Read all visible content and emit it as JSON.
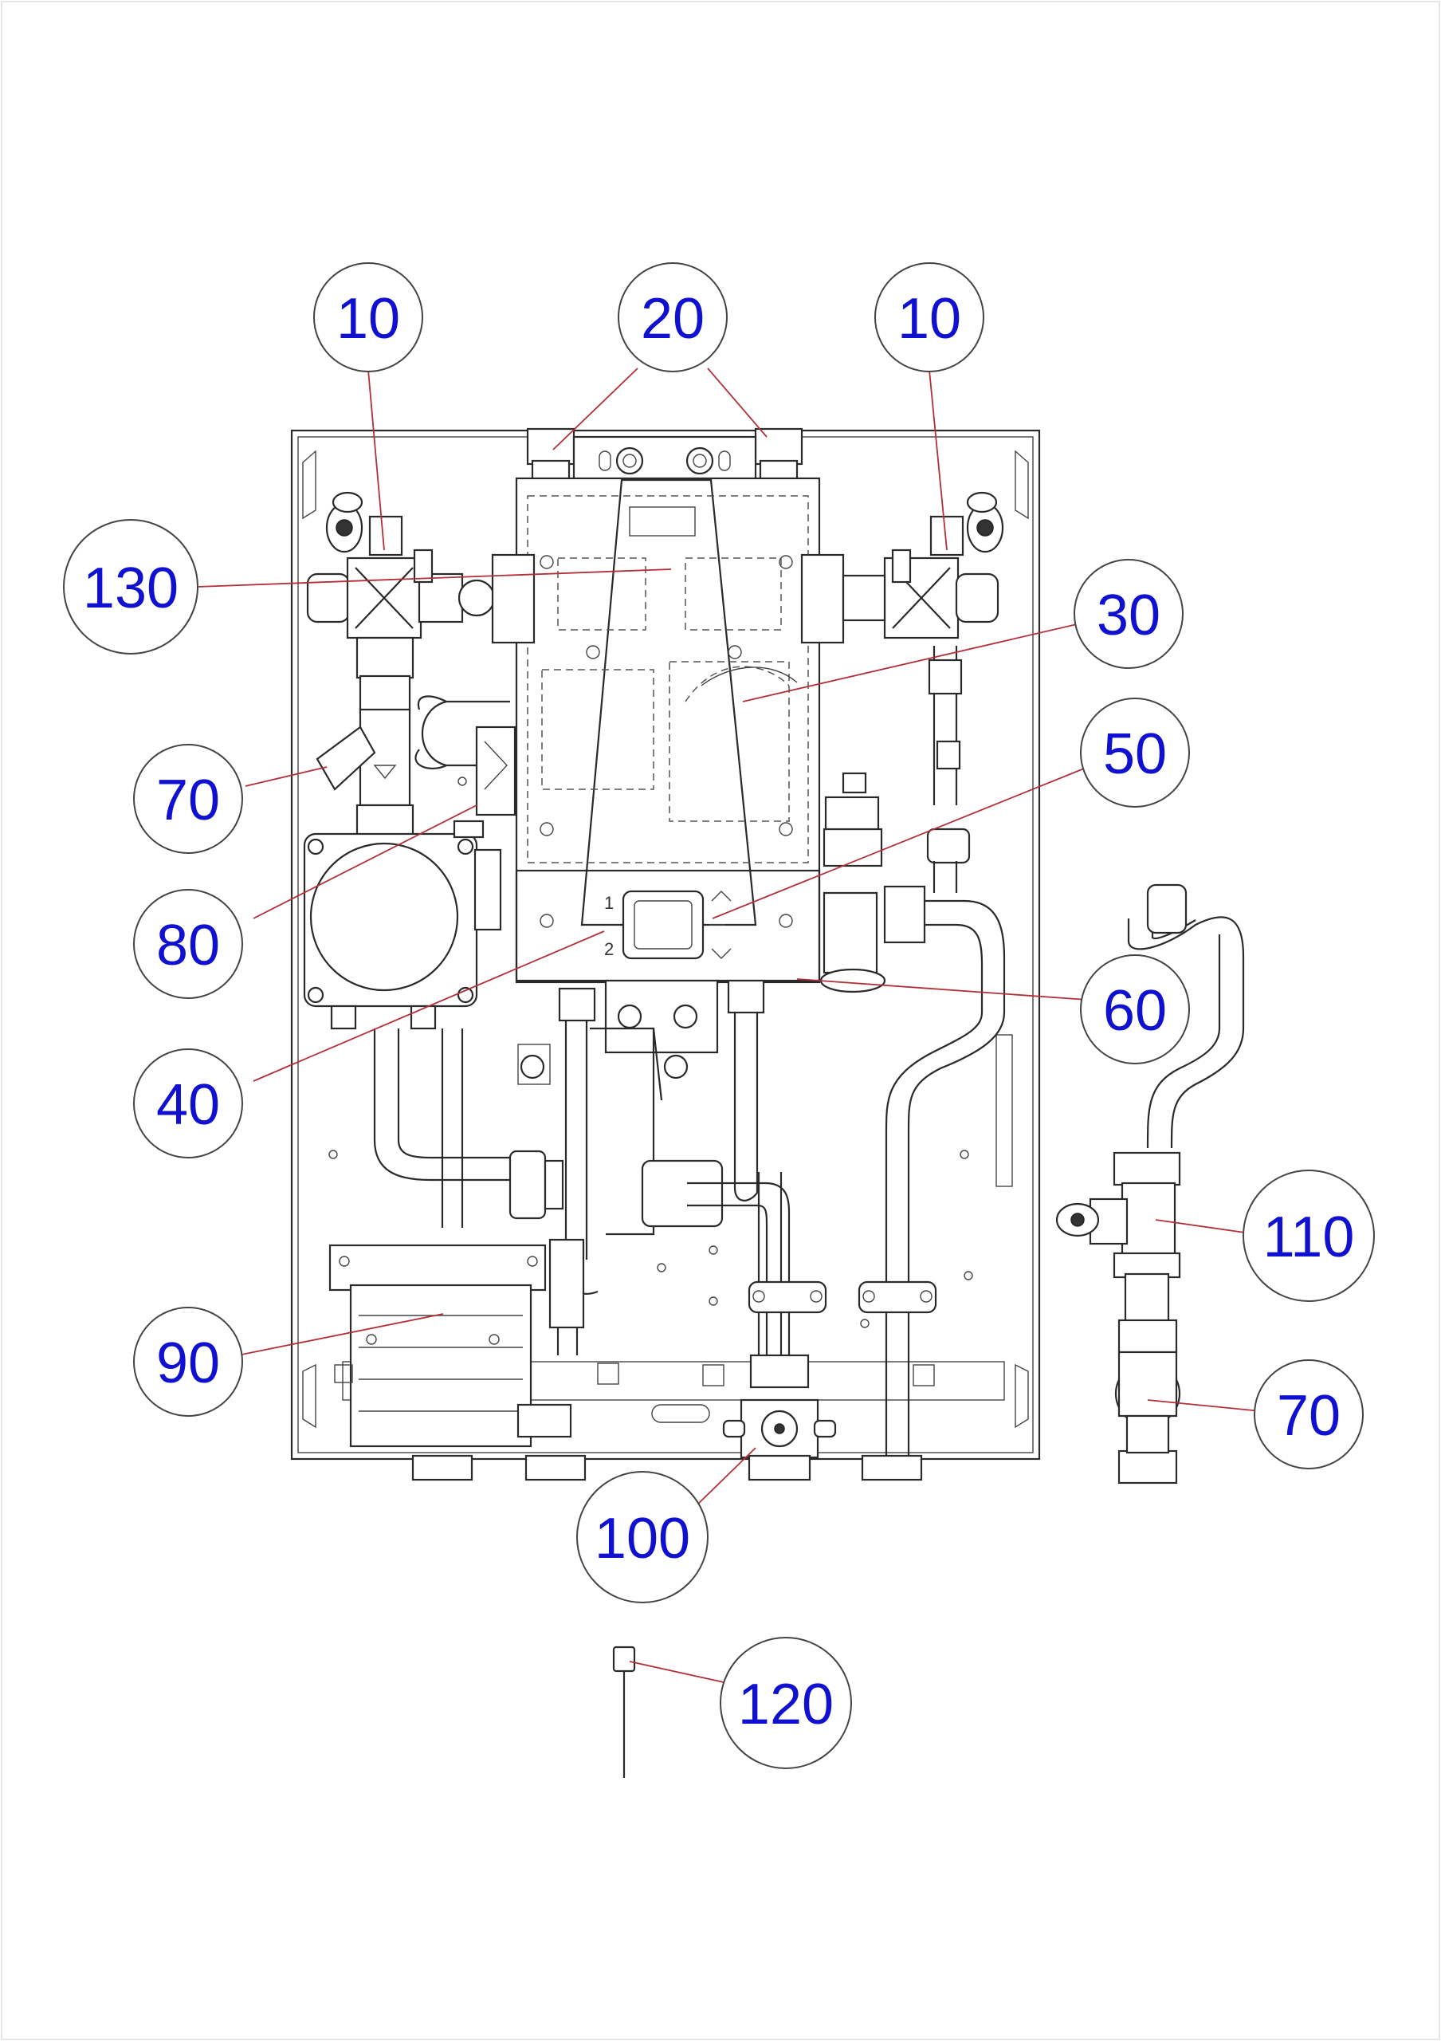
{
  "callouts": [
    {
      "id": "c10a",
      "label": "10"
    },
    {
      "id": "c20",
      "label": "20"
    },
    {
      "id": "c10b",
      "label": "10"
    },
    {
      "id": "c130",
      "label": "130"
    },
    {
      "id": "c30",
      "label": "30"
    },
    {
      "id": "c70a",
      "label": "70"
    },
    {
      "id": "c50",
      "label": "50"
    },
    {
      "id": "c80",
      "label": "80"
    },
    {
      "id": "c60",
      "label": "60"
    },
    {
      "id": "c40",
      "label": "40"
    },
    {
      "id": "c110",
      "label": "110"
    },
    {
      "id": "c90",
      "label": "90"
    },
    {
      "id": "c70b",
      "label": "70"
    },
    {
      "id": "c100",
      "label": "100"
    },
    {
      "id": "c120",
      "label": "120"
    }
  ],
  "panel_markings": {
    "position_1": "1",
    "position_2": "2"
  },
  "colors": {
    "callout_text": "#1010d0",
    "leader_line": "#b2303a",
    "drawing_line": "#2a2a2a"
  }
}
